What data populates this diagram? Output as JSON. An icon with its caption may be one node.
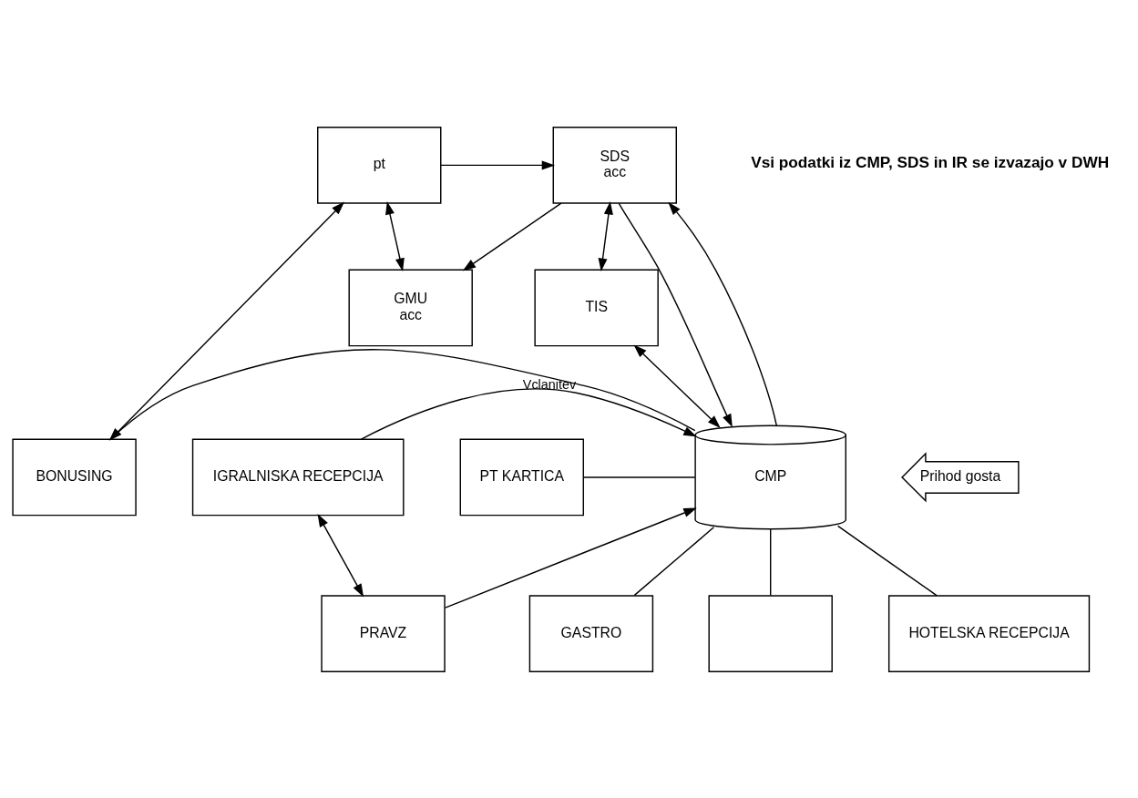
{
  "diagram": {
    "nodes": [
      {
        "text": [
          "pt"
        ]
      },
      {
        "text": [
          "GMU",
          "acc"
        ]
      },
      {
        "text": [
          "SDS",
          "acc"
        ]
      },
      {
        "text": [
          "TIS"
        ]
      },
      {
        "text": [
          "CMP"
        ]
      },
      {
        "text": [
          "PT KARTICA"
        ]
      },
      {
        "text": [
          "BONUSING"
        ]
      },
      {
        "text": [
          "IGRALNISKA RECEPCIJA"
        ]
      },
      {
        "text": [
          "Prihod gosta"
        ]
      },
      {
        "text": [
          "PRAVZ"
        ]
      },
      {
        "text": [],
        "shape": "box"
      },
      {
        "text": [
          "HOTELSKA RECEPCIJA"
        ]
      },
      {
        "text": [
          "GASTRO"
        ]
      }
    ],
    "edges": [
      {
        "from": 0,
        "to": 2,
        "arrow": "to"
      },
      {
        "from": 2,
        "to": 1,
        "arrow": "to"
      },
      {
        "from": 0,
        "to": 1,
        "arrow": "both"
      },
      {
        "from": 2,
        "to": 4,
        "arrow": "to"
      },
      {
        "from": 4,
        "to": 2,
        "arrow": "to"
      },
      {
        "from": 2,
        "to": 3,
        "arrow": "both"
      },
      {
        "from": 3,
        "to": 4,
        "arrow": "both"
      },
      {
        "from": 5,
        "to": 4,
        "arrow": "none"
      },
      {
        "from": 0,
        "to": 6,
        "arrow": "both"
      },
      {
        "from": 6,
        "to": 4,
        "arrow": "none"
      },
      {
        "from": 7,
        "to": 4,
        "arrow": "to",
        "label": "Vclanitev"
      },
      {
        "from": 9,
        "to": 4,
        "arrow": "to"
      },
      {
        "from": 4,
        "to": 10,
        "arrow": "none"
      },
      {
        "from": 4,
        "to": 11,
        "arrow": "none"
      },
      {
        "from": 4,
        "to": 12,
        "arrow": "none"
      },
      {
        "from": 9,
        "to": 7,
        "arrow": "both"
      }
    ],
    "labels": [
      "Vsi podatki iz CMP, SDS in IR se izvazajo v DWH"
    ]
  }
}
